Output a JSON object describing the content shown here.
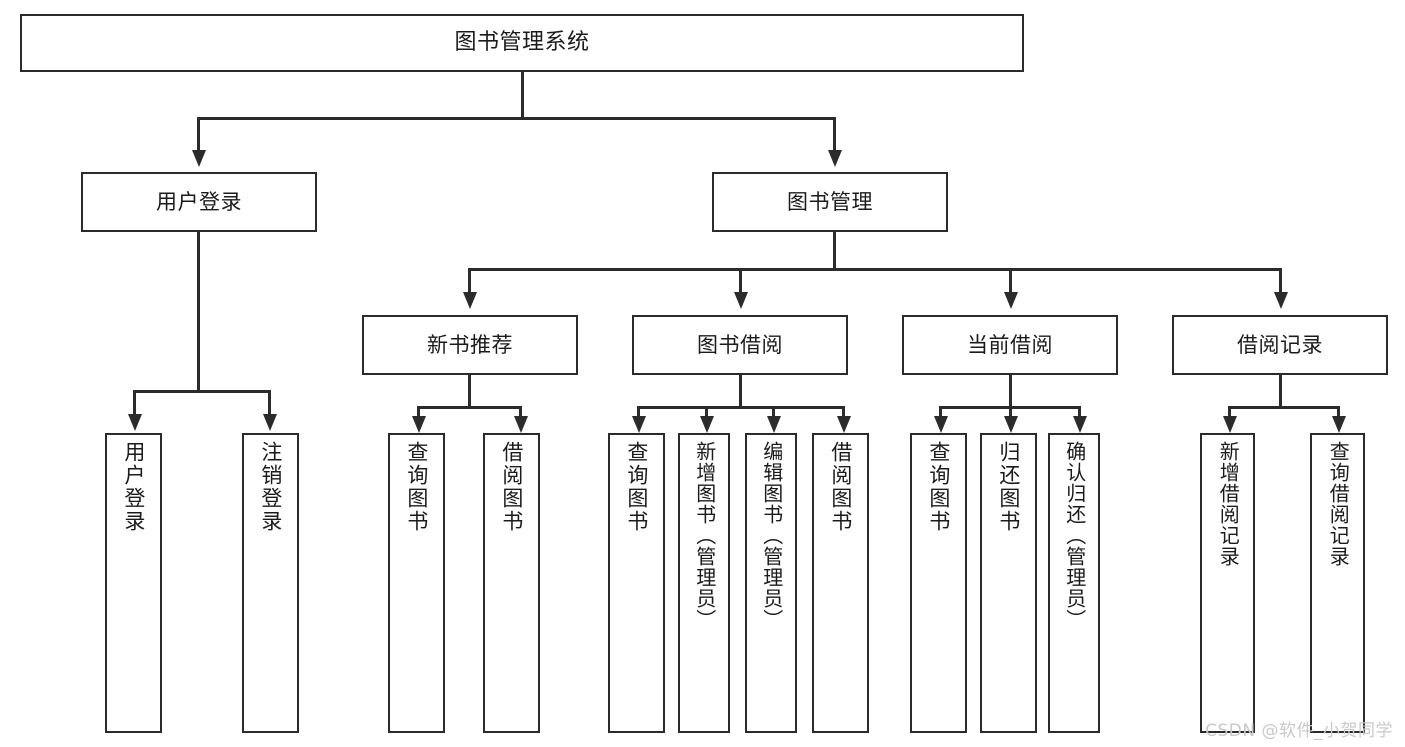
{
  "diagram": {
    "type": "tree-hierarchy-chart",
    "title": "图书管理系统",
    "colors": {
      "box_border": "#2b2b2b",
      "box_fill": "#ffffff",
      "connector": "#2b2b2b",
      "text": "#1b1b1b",
      "watermark": "#c9c9c9",
      "background": "#ffffff"
    },
    "levels": {
      "root": {
        "label": "图书管理系统"
      },
      "level2": [
        {
          "label": "用户登录"
        },
        {
          "label": "图书管理"
        }
      ],
      "level3": [
        {
          "label": "新书推荐"
        },
        {
          "label": "图书借阅"
        },
        {
          "label": "当前借阅"
        },
        {
          "label": "借阅记录"
        }
      ],
      "leaves_user_login": [
        {
          "label": "用户登录"
        },
        {
          "label": "注销登录"
        }
      ],
      "leaves_new_books": [
        {
          "label": "查询图书"
        },
        {
          "label": "借阅图书"
        }
      ],
      "leaves_book_borrow": [
        {
          "label": "查询图书"
        },
        {
          "label": "新增图书（管理员）"
        },
        {
          "label": "编辑图书（管理员）"
        },
        {
          "label": "借阅图书"
        }
      ],
      "leaves_current_borrow": [
        {
          "label": "查询图书"
        },
        {
          "label": "归还图书"
        },
        {
          "label": "确认归还（管理员）"
        }
      ],
      "leaves_borrow_records": [
        {
          "label": "新增借阅记录"
        },
        {
          "label": "查询借阅记录"
        }
      ]
    }
  },
  "watermark": {
    "text": "CSDN @软件_小贺同学"
  }
}
